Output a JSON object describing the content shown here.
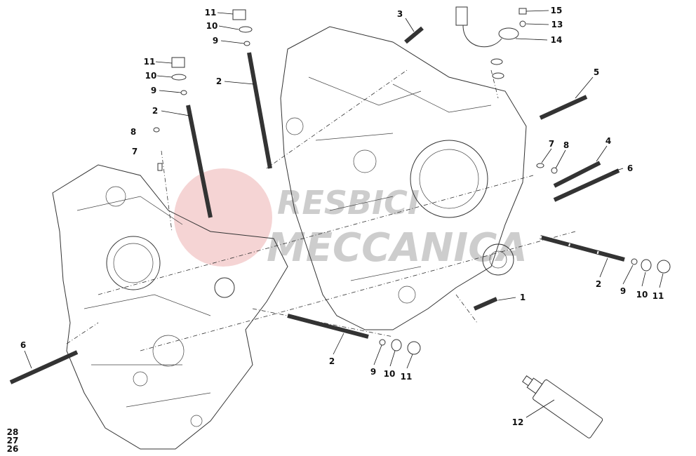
{
  "diagram": {
    "callouts": [
      "11",
      "10",
      "9",
      "2",
      "11",
      "10",
      "9",
      "2",
      "8",
      "7",
      "3",
      "15",
      "13",
      "14",
      "5",
      "7",
      "8",
      "4",
      "6",
      "2",
      "9",
      "10",
      "11",
      "1",
      "6",
      "2",
      "9",
      "10",
      "11",
      "12"
    ],
    "applicable_refs": [
      "28",
      "27",
      "26"
    ],
    "watermark": {
      "line1": "RESBICI",
      "line2": "MECCANICA",
      "accent": "#e8a0a0"
    }
  }
}
